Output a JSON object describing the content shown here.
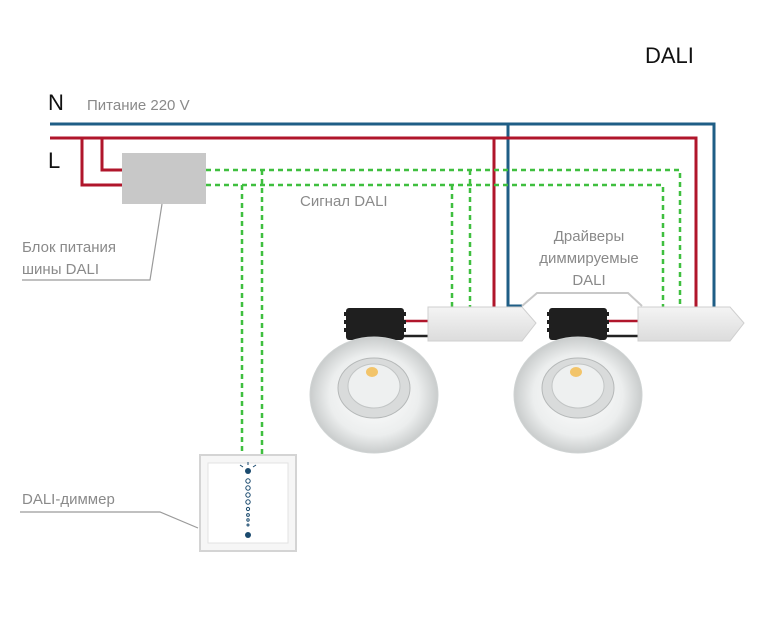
{
  "title": "DALI",
  "line_labels": {
    "n": "N",
    "l": "L"
  },
  "labels": {
    "power": "Питание 220 V",
    "bus_psu_line1": "Блок питания",
    "bus_psu_line2": "шины DALI",
    "signal": "Сигнал DALI",
    "drivers_line1": "Драйверы",
    "drivers_line2": "диммируемые",
    "drivers_line3": "DALI",
    "dimmer": "DALI-диммер"
  },
  "colors": {
    "neutral": "#1f5e86",
    "live": "#b0162b",
    "signal": "#3fbf3f",
    "box": "#c8c8c8",
    "leader": "#9a9a9a"
  }
}
